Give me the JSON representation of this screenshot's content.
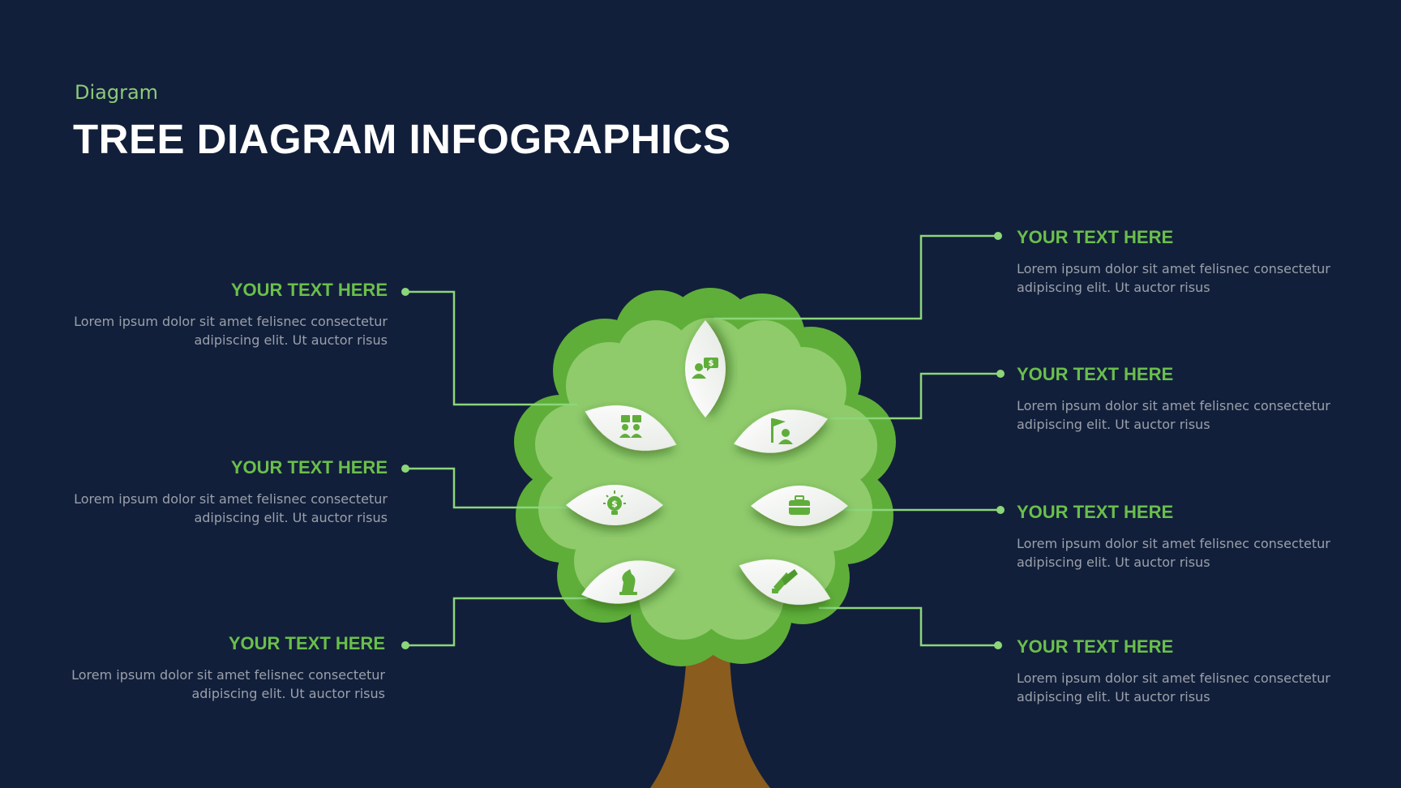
{
  "header": {
    "subtitle": "Diagram",
    "title": "TREE DIAGRAM INFOGRAPHICS"
  },
  "colors": {
    "background": "#121f3a",
    "accent_green": "#6abf4b",
    "leaf_light": "#8fcb6b",
    "leaf_dark": "#5fae3a",
    "trunk": "#8a5c1e",
    "connector": "#8cd67a"
  },
  "callouts": {
    "left": [
      {
        "heading": "YOUR TEXT HERE",
        "body": "Lorem ipsum dolor sit amet felisnec consectetur adipiscing elit. Ut auctor risus"
      },
      {
        "heading": "YOUR TEXT HERE",
        "body": "Lorem ipsum dolor sit amet felisnec consectetur adipiscing elit. Ut auctor risus"
      },
      {
        "heading": "YOUR TEXT HERE",
        "body": "Lorem ipsum dolor sit amet felisnec consectetur adipiscing elit. Ut auctor risus"
      }
    ],
    "right": [
      {
        "heading": "YOUR TEXT HERE",
        "body": "Lorem ipsum dolor sit amet felisnec consectetur adipiscing elit. Ut auctor risus"
      },
      {
        "heading": "YOUR TEXT HERE",
        "body": "Lorem ipsum dolor sit amet felisnec consectetur adipiscing elit. Ut auctor risus"
      },
      {
        "heading": "YOUR TEXT HERE",
        "body": "Lorem ipsum dolor sit amet felisnec consectetur adipiscing elit. Ut auctor risus"
      },
      {
        "heading": "YOUR TEXT HERE",
        "body": "Lorem ipsum dolor sit amet felisnec consectetur adipiscing elit. Ut auctor risus"
      }
    ]
  },
  "leaf_icons": [
    "money-chat-icon",
    "flag-person-icon",
    "briefcase-icon",
    "handshake-icon",
    "chess-knight-icon",
    "idea-bulb-icon",
    "team-meeting-icon"
  ]
}
